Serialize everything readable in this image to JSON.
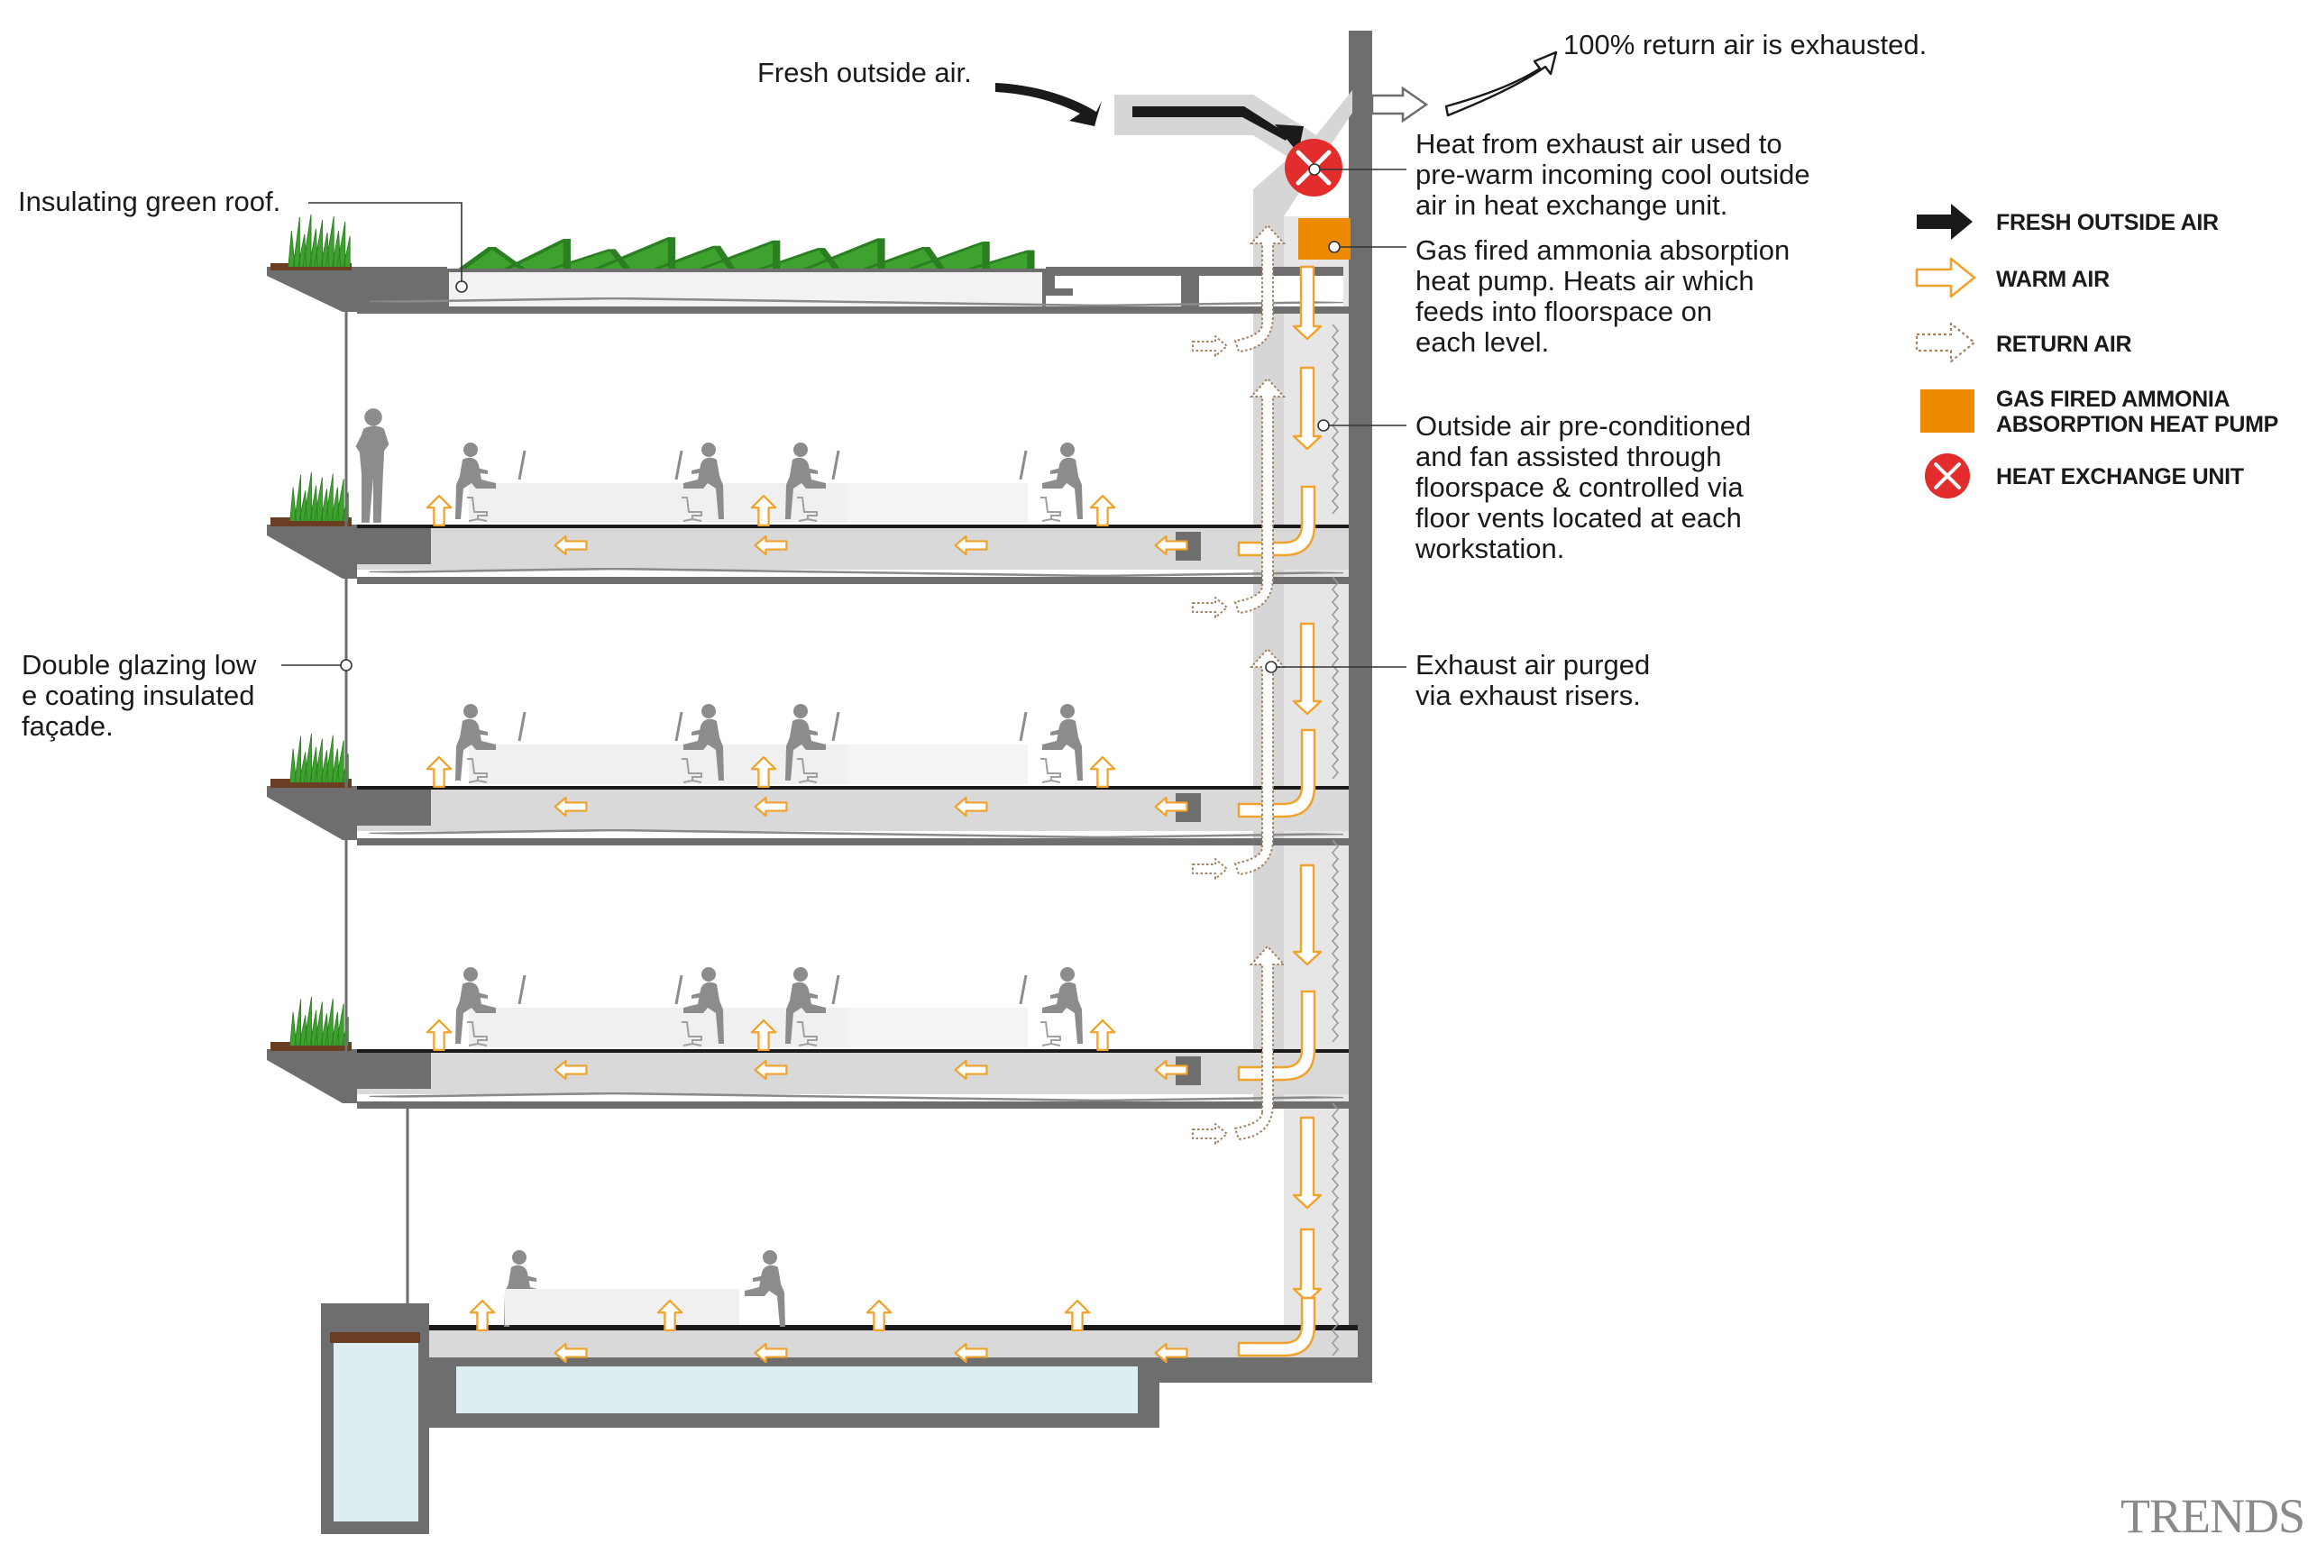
{
  "colors": {
    "structure": "#6e6e6e",
    "duct": "#d6d6d6",
    "floor_band": "#d9d9d9",
    "warm_air": "#f0a22b",
    "return_air": "#a08060",
    "fresh_air": "#1a1a1a",
    "heat_pump": "#ee8a00",
    "heat_exchanger": "#e32c2c",
    "water": "#dceef2",
    "grass": "#3ea22e",
    "soil": "#6a3e22",
    "figure": "#8c8c8c"
  },
  "callouts": {
    "fresh_outside_air": "Fresh outside air.",
    "return_exhausted": "100% return air is exhausted.",
    "heat_exchange_1": "Heat from exhaust air used to",
    "heat_exchange_2": "pre-warm incoming cool outside",
    "heat_exchange_3": "air in heat exchange unit.",
    "heat_pump_1": "Gas fired ammonia absorption",
    "heat_pump_2": "heat pump. Heats air which",
    "heat_pump_3": "feeds into floorspace on",
    "heat_pump_4": "each level.",
    "outside_air_1": "Outside air pre-conditioned",
    "outside_air_2": "and fan assisted through",
    "outside_air_3": "floorspace & controlled via",
    "outside_air_4": "floor vents located at each",
    "outside_air_5": "workstation.",
    "exhaust_1": "Exhaust air purged",
    "exhaust_2": "via exhaust risers.",
    "green_roof": "Insulating green roof.",
    "glazing_1": "Double glazing low",
    "glazing_2": "e coating insulated",
    "glazing_3": "façade."
  },
  "legend": {
    "fresh_outside_air": "FRESH OUTSIDE AIR",
    "warm_air": "WARM AIR",
    "return_air": "RETURN AIR",
    "heat_pump_1": "GAS FIRED AMMONIA",
    "heat_pump_2": "ABSORPTION HEAT PUMP",
    "heat_exchange_unit": "HEAT EXCHANGE UNIT"
  },
  "icons": {
    "fresh_air": "black-arrow-icon",
    "warm_air": "orange-outline-arrow-icon",
    "return_air": "dotted-arrow-icon",
    "heat_pump": "orange-square-icon",
    "heat_exchanger": "red-x-circle-icon"
  },
  "brand": "TRENDS"
}
